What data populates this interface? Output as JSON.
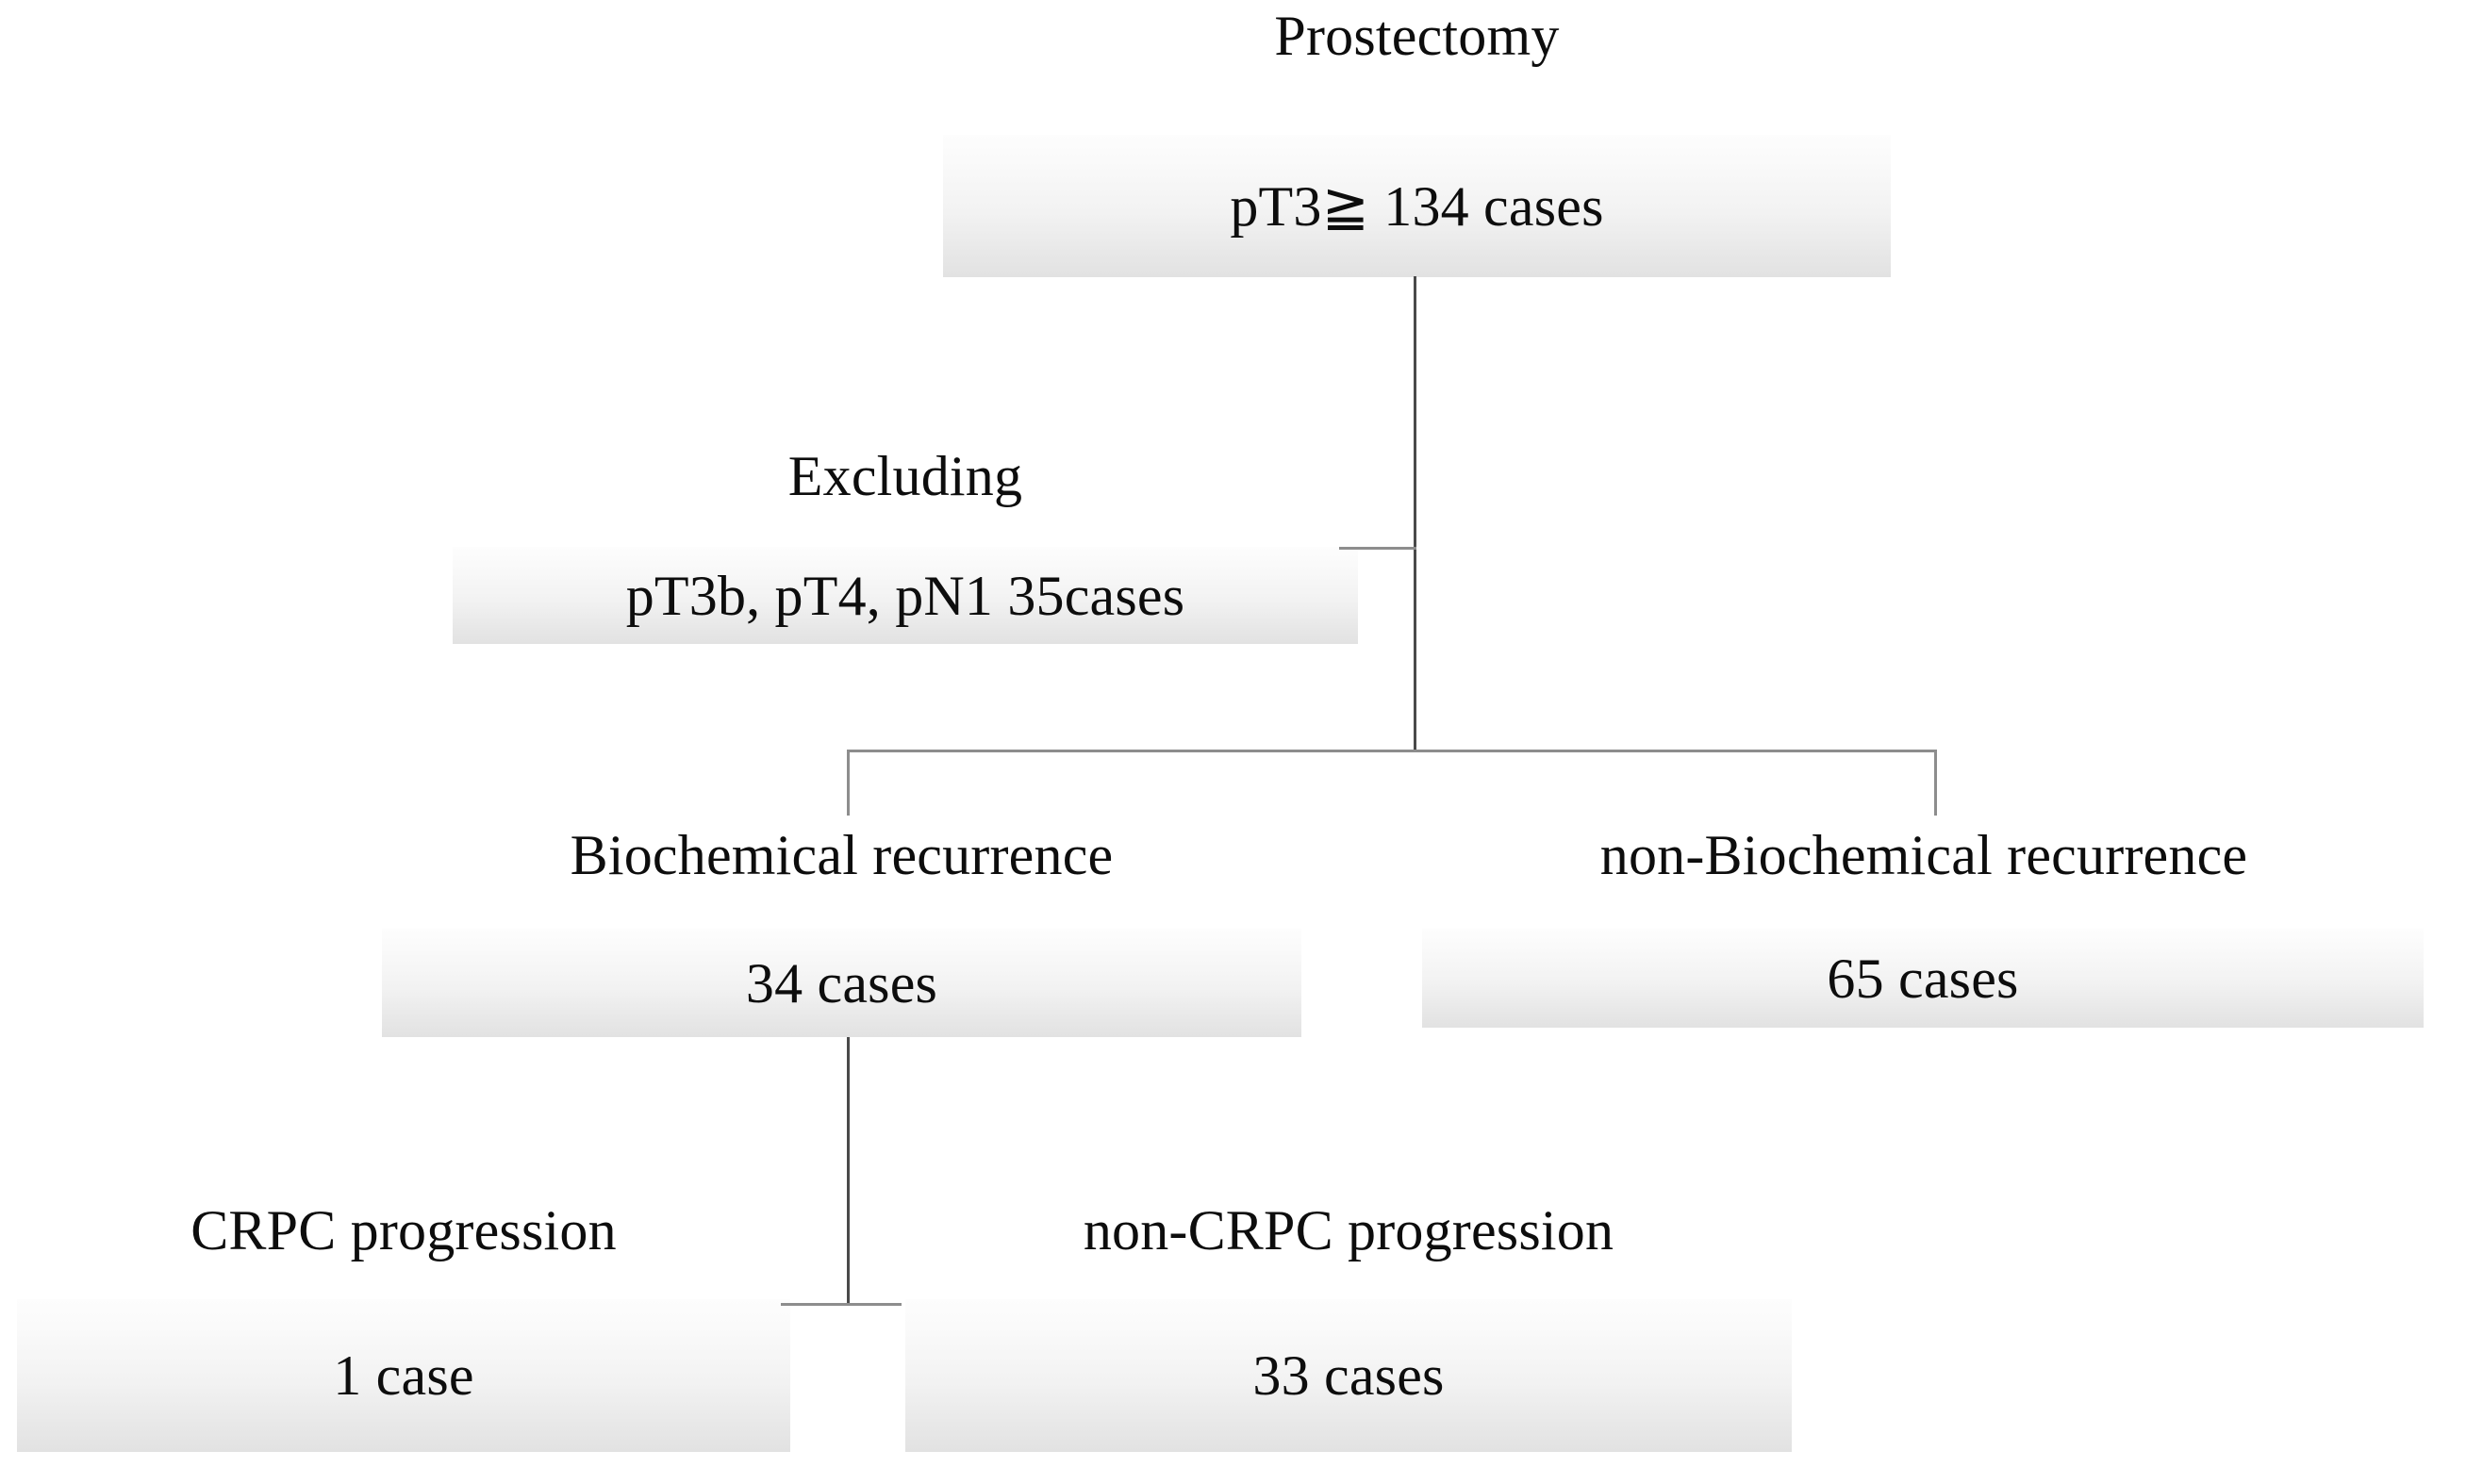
{
  "diagram": {
    "title": "Prostatectomy patient flow",
    "accent_color": "#8d8d8d",
    "box_fill_top": "#fdfdfd",
    "box_fill_bottom": "#e2e2e2",
    "text_color": "#0d0d0d",
    "nodes": {
      "prostectomy": {
        "caption": "Prostectomy",
        "value": "pT3≧ 134 cases",
        "count": 134
      },
      "excluding": {
        "caption": "Excluding",
        "value": "pT3b, pT4, pN1 35cases",
        "count": 35
      },
      "biochemical_recurrence": {
        "caption": "Biochemical recurrence",
        "value": "34 cases",
        "count": 34
      },
      "non_biochemical_recurrence": {
        "caption": "non-Biochemical recurrence",
        "value": "65 cases",
        "count": 65
      },
      "crpc_progression": {
        "caption": "CRPC progression",
        "value": "1 case",
        "count": 1
      },
      "non_crpc_progression": {
        "caption": "non-CRPC progression",
        "value": "33 cases",
        "count": 33
      }
    }
  }
}
